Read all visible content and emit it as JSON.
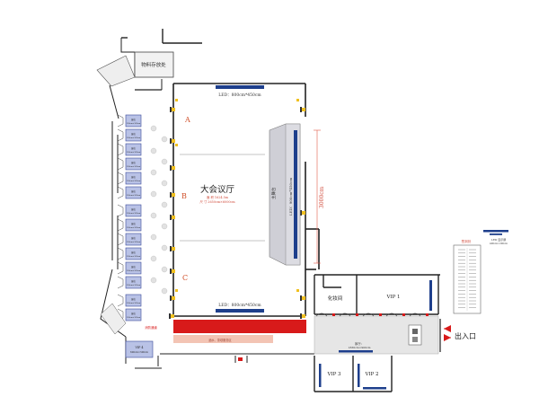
{
  "labels": {
    "storage": "物料存放处",
    "led_top": "LED：800cm*450cm",
    "led_bottom": "LED：800cm*450cm",
    "hall_title": "大会议厅",
    "hall_sub1": "面 积 1624.5m",
    "hall_sub2": "尺 寸 2650cm×6000cm",
    "section_a": "A",
    "section_b": "B",
    "section_c": "C",
    "stage": "主舞台",
    "stage_led": "LED：900cm*450cm",
    "dimension": "3000cm",
    "lounge": "化妆间",
    "vip1": "VIP 1",
    "vip2": "VIP 2",
    "vip3": "VIP 3",
    "entrance": "出入口",
    "reception": "签到处",
    "side_led": "LED 显示屏",
    "side_led_sub": "400cm×200cm",
    "side_table": "签到台",
    "pink_band": "酒水、茶歇服务区",
    "foyer": "序厅：",
    "foyer_sub": "1830cm×900cm",
    "small_room": "VIP 4",
    "small_room_sub": "600cm×500cm",
    "red_note": "消防通道",
    "booth_label": "展位",
    "booth_sub": "300cm×300cm"
  },
  "colors": {
    "wall": "#222222",
    "led": "#1e3f8c",
    "red_carpet": "#d81a1a",
    "pink_band": "#f3c4b4",
    "booth_fill": "#b9c2e6",
    "booth_edge": "#3a4a9a",
    "dimension": "#e05a4a",
    "pillar_marker": "#f0c020",
    "foyer_fill": "#e6e6e6",
    "stage_fill": "#cfcfd6"
  },
  "booth_count": 14
}
